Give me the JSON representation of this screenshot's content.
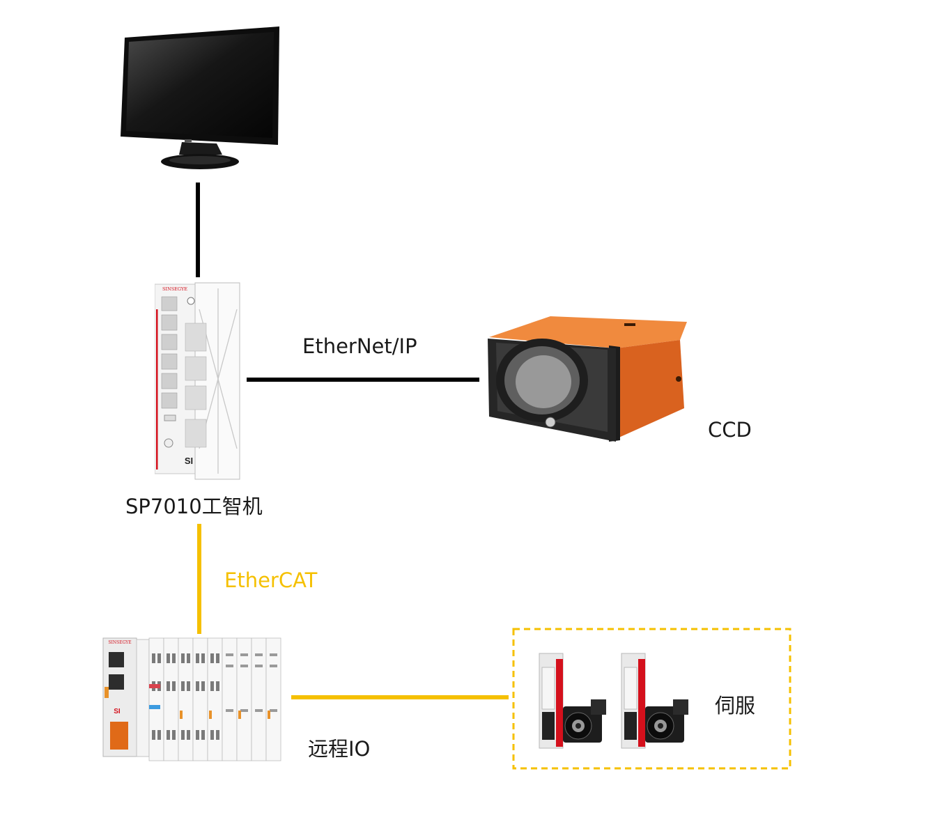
{
  "labels": {
    "controller": "SP7010工智机",
    "ethernet_ip": "EtherNet/IP",
    "ccd": "CCD",
    "ethercat": "EtherCAT",
    "remote_io": "远程IO",
    "servo": "伺服"
  },
  "device_marks": {
    "brand": "SINSEGYE",
    "logo": "SI"
  },
  "colors": {
    "ethercat": "#F5C000",
    "wire": "#000000",
    "camera": "#E8702A"
  }
}
